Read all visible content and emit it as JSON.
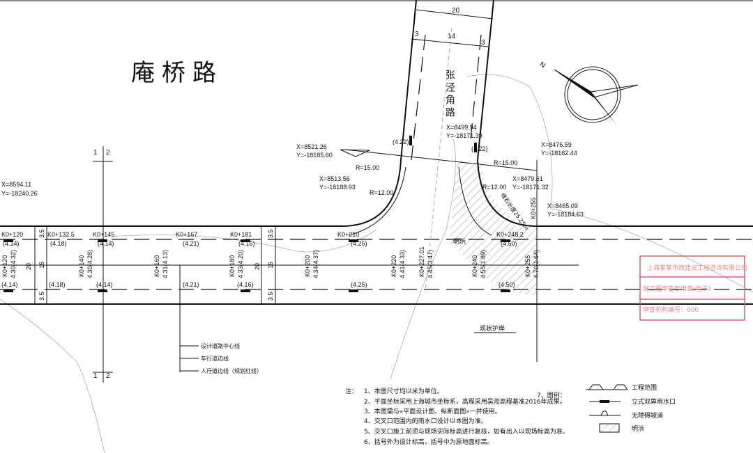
{
  "roads": {
    "main_name": "庵桥路",
    "cross_name": "张泾角路"
  },
  "cross_dims": {
    "total": "20",
    "carriageway": "14",
    "left_side": "3",
    "right_side": "3"
  },
  "compass": {
    "label": "N"
  },
  "section_marks": {
    "top_1": "1",
    "top_2": "2",
    "bottom_1": "1",
    "bottom_2": "2"
  },
  "coords": [
    {
      "x": "X=8594.11",
      "y": "Y=-18240.26"
    },
    {
      "x": "X=8521.26",
      "y": "Y=-18185.60"
    },
    {
      "x": "X=8513.56",
      "y": "Y=-18188.93"
    },
    {
      "x": "X=8499.94",
      "y": "Y=-18171.39"
    },
    {
      "x": "X=8476.59",
      "y": "Y=-18162.44"
    },
    {
      "x": "X=8479.61",
      "y": "Y=-18171.32"
    },
    {
      "x": "X=8465.09",
      "y": "Y=-18184.63"
    }
  ],
  "radii": {
    "left_outer": "R=15.00",
    "left_inner": "R=12.00",
    "right_outer": "R=15.00",
    "right_inner": "R=12.00"
  },
  "arc_note": "缘石长度25.25m",
  "inlet_elev": {
    "cross_left": "(4.22)",
    "cross_right": "(4.22)"
  },
  "top_stations": [
    {
      "station": "K0+120",
      "elev": "(4.14)"
    },
    {
      "station": "K0+132.5",
      "elev": "(4.18)"
    },
    {
      "station": "K0+145",
      "elev": "(4.14)"
    },
    {
      "station": "K0+167",
      "elev": "(4.21)"
    },
    {
      "station": "K0+181",
      "elev": "(4.16)"
    },
    {
      "station": "K0+210",
      "elev": "(4.25)"
    },
    {
      "station": "K0+248.2",
      "elev": "(4.50)"
    }
  ],
  "bottom_elevs": [
    "(4.14)",
    "(4.18)",
    "(4.14)",
    "(4.21)",
    "(4.16)",
    "(4.25)",
    "(4.50)"
  ],
  "center_stations": [
    {
      "station": "K0+120",
      "elev": "4.30(4.32)"
    },
    {
      "station": "K0+140",
      "elev": "4.30(4.28)"
    },
    {
      "station": "K0+160",
      "elev": "4.31(4.13)"
    },
    {
      "station": "K0+180",
      "elev": "4.33(4.20)"
    },
    {
      "station": "K0+200",
      "elev": "4.34(4.37)"
    },
    {
      "station": "K0+220",
      "elev": "4.41(4.33)"
    },
    {
      "station": "K0+227.01",
      "elev": "4.45(3.47)"
    },
    {
      "station": "K0+240",
      "elev": "4.55(1.89)"
    },
    {
      "station": "K0+255",
      "elev": "4.70(1.64)"
    }
  ],
  "k255_top": "K0+255",
  "section_dims": {
    "a": "3.5",
    "b": "15",
    "c": "20",
    "d": "3.5",
    "e": "3.5",
    "f": "15",
    "g": "3.5",
    "h": "20"
  },
  "labels": {
    "mingbang": "明浜",
    "revetment": "现状护岸"
  },
  "line_legend": [
    "设计道路中心线",
    "车行道边线",
    "人行道边线（规划红线）"
  ],
  "notes": {
    "title": "注：",
    "items": [
      "1、本图尺寸均以米为单位。",
      "2、平面坐标采用上海城市坐标系，高程采用吴淞高程基准2016年成果。",
      "3、本图需与«平面设计图、纵断面图»一并使用。",
      "4、交叉口范围内的雨水口设计以本图为准。",
      "5、交叉口施工前须与现场实际标高进行复核，如有出入以现场标高为准。",
      "6、括号外为设计标高，括号中为原地面标高。"
    ]
  },
  "legend": {
    "title": "7、图例：",
    "items": [
      "工程范围",
      "立式双箅雨水口",
      "无障碍坡道",
      "明浜"
    ]
  },
  "stamp": {
    "company": "上海某某市政建设工程咨询有限公司",
    "row2": "施工图审查专用章(电子)",
    "row3": "审查机构编号：000"
  },
  "colors": {
    "stamp": "#d9606a",
    "line": "#111111"
  }
}
